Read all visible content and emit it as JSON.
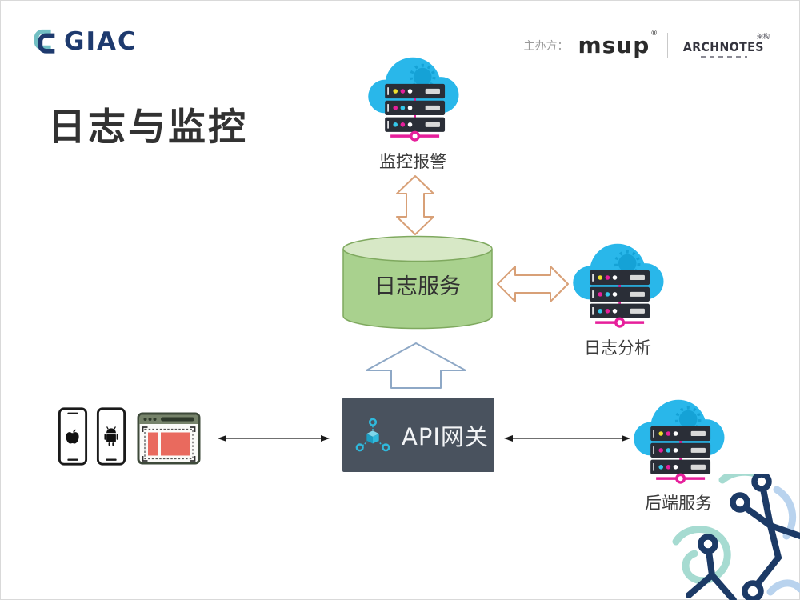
{
  "slide": {
    "title": "日志与监控"
  },
  "header": {
    "giac_text": "GIAC",
    "organizer_label": "主办方：",
    "msup_text": "msup",
    "msup_reg": "®",
    "archnotes_small": "架构",
    "archnotes_text": "ARCHNOTES"
  },
  "diagram": {
    "monitor_alert_label": "监控报警",
    "log_service_label": "日志服务",
    "log_analysis_label": "日志分析",
    "api_gateway_label": "API网关",
    "backend_service_label": "后端服务",
    "client_icons": [
      "iphone",
      "android-phone",
      "browser-window"
    ],
    "edges": [
      {
        "from": "log_service",
        "to": "monitor_alert",
        "style": "double-arrow-orange-outline",
        "direction": "both"
      },
      {
        "from": "log_service",
        "to": "log_analysis",
        "style": "double-arrow-orange-outline",
        "direction": "both"
      },
      {
        "from": "api_gateway",
        "to": "log_service",
        "style": "block-arrow-blue-outline",
        "direction": "up"
      },
      {
        "from": "clients",
        "to": "api_gateway",
        "style": "thin-black-arrow",
        "direction": "both"
      },
      {
        "from": "api_gateway",
        "to": "backend_service",
        "style": "thin-black-arrow",
        "direction": "both"
      }
    ]
  },
  "colors": {
    "cloud_blue": "#29b7ea",
    "cloud_gear": "#15a2d6",
    "rack_dark": "#2a2e37",
    "accent_magenta": "#e61f9b",
    "accent_cyan": "#35c8ea",
    "accent_yellow": "#eede2d",
    "cylinder_body": "#a9d18e",
    "cylinder_top": "#d7e8c6",
    "cylinder_stroke": "#7fa95f",
    "gateway_bg": "#49525e",
    "gateway_icon_cyan": "#2fb9dc",
    "arrow_orange_outline": "#d8a077",
    "arrow_blue_outline": "#8ea8c6",
    "browser_header_green": "#76836a",
    "browser_content_red": "#e96a5e",
    "deco_navy": "#1c3a66",
    "deco_teal": "#a6dbd1",
    "deco_light_blue": "#b9d3ee",
    "giac_navy": "#1e3a6e",
    "title_color": "#323232"
  }
}
